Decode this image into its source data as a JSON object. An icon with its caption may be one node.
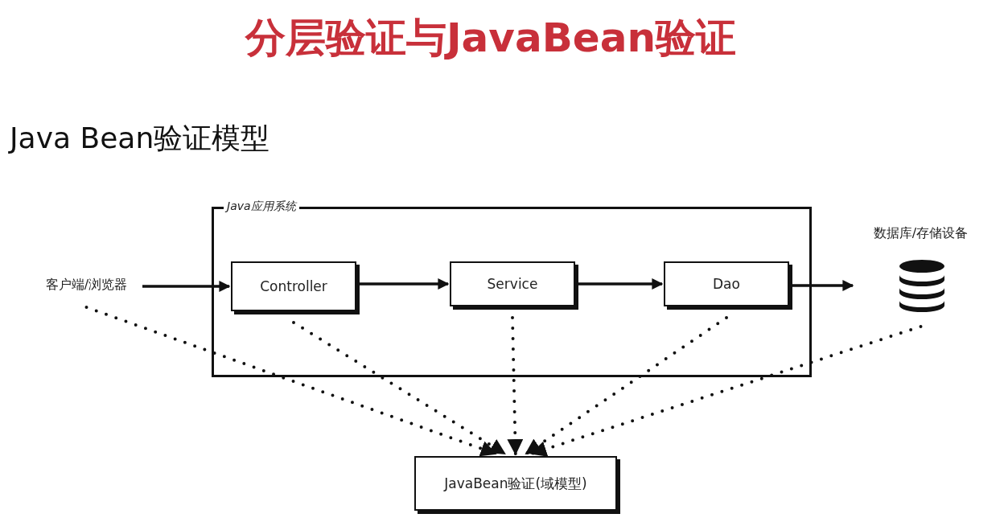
{
  "diagram": {
    "title": "分层验证与JavaBean验证",
    "nodes": [
      {
        "text": [
          "Java应用系统"
        ]
      },
      {
        "text": [
          "Controller"
        ],
        "in": 0
      },
      {
        "text": [
          "Service"
        ],
        "in": 0
      },
      {
        "text": [
          "Dao"
        ],
        "in": 0
      },
      {
        "text": [
          "客户端/浏览器"
        ]
      },
      {
        "text": [
          "数据库/存储设备"
        ]
      },
      {
        "text": [
          "JavaBean验证(域模型)"
        ]
      }
    ],
    "edges": [
      {
        "from": 4,
        "to": 1,
        "arrow": "to"
      },
      {
        "from": 1,
        "to": 2,
        "arrow": "to"
      },
      {
        "from": 2,
        "to": 3,
        "arrow": "to"
      },
      {
        "from": 3,
        "to": 5,
        "arrow": "to"
      },
      {
        "from": 4,
        "to": 6,
        "arrow": "to",
        "style": "dashed"
      },
      {
        "from": 1,
        "to": 6,
        "arrow": "to",
        "style": "dashed"
      },
      {
        "from": 2,
        "to": 6,
        "arrow": "to",
        "style": "dashed"
      },
      {
        "from": 3,
        "to": 6,
        "arrow": "to",
        "style": "dashed"
      },
      {
        "from": 5,
        "to": 6,
        "arrow": "to",
        "style": "dashed"
      }
    ],
    "labels": [
      "Java Bean验证模型"
    ]
  }
}
